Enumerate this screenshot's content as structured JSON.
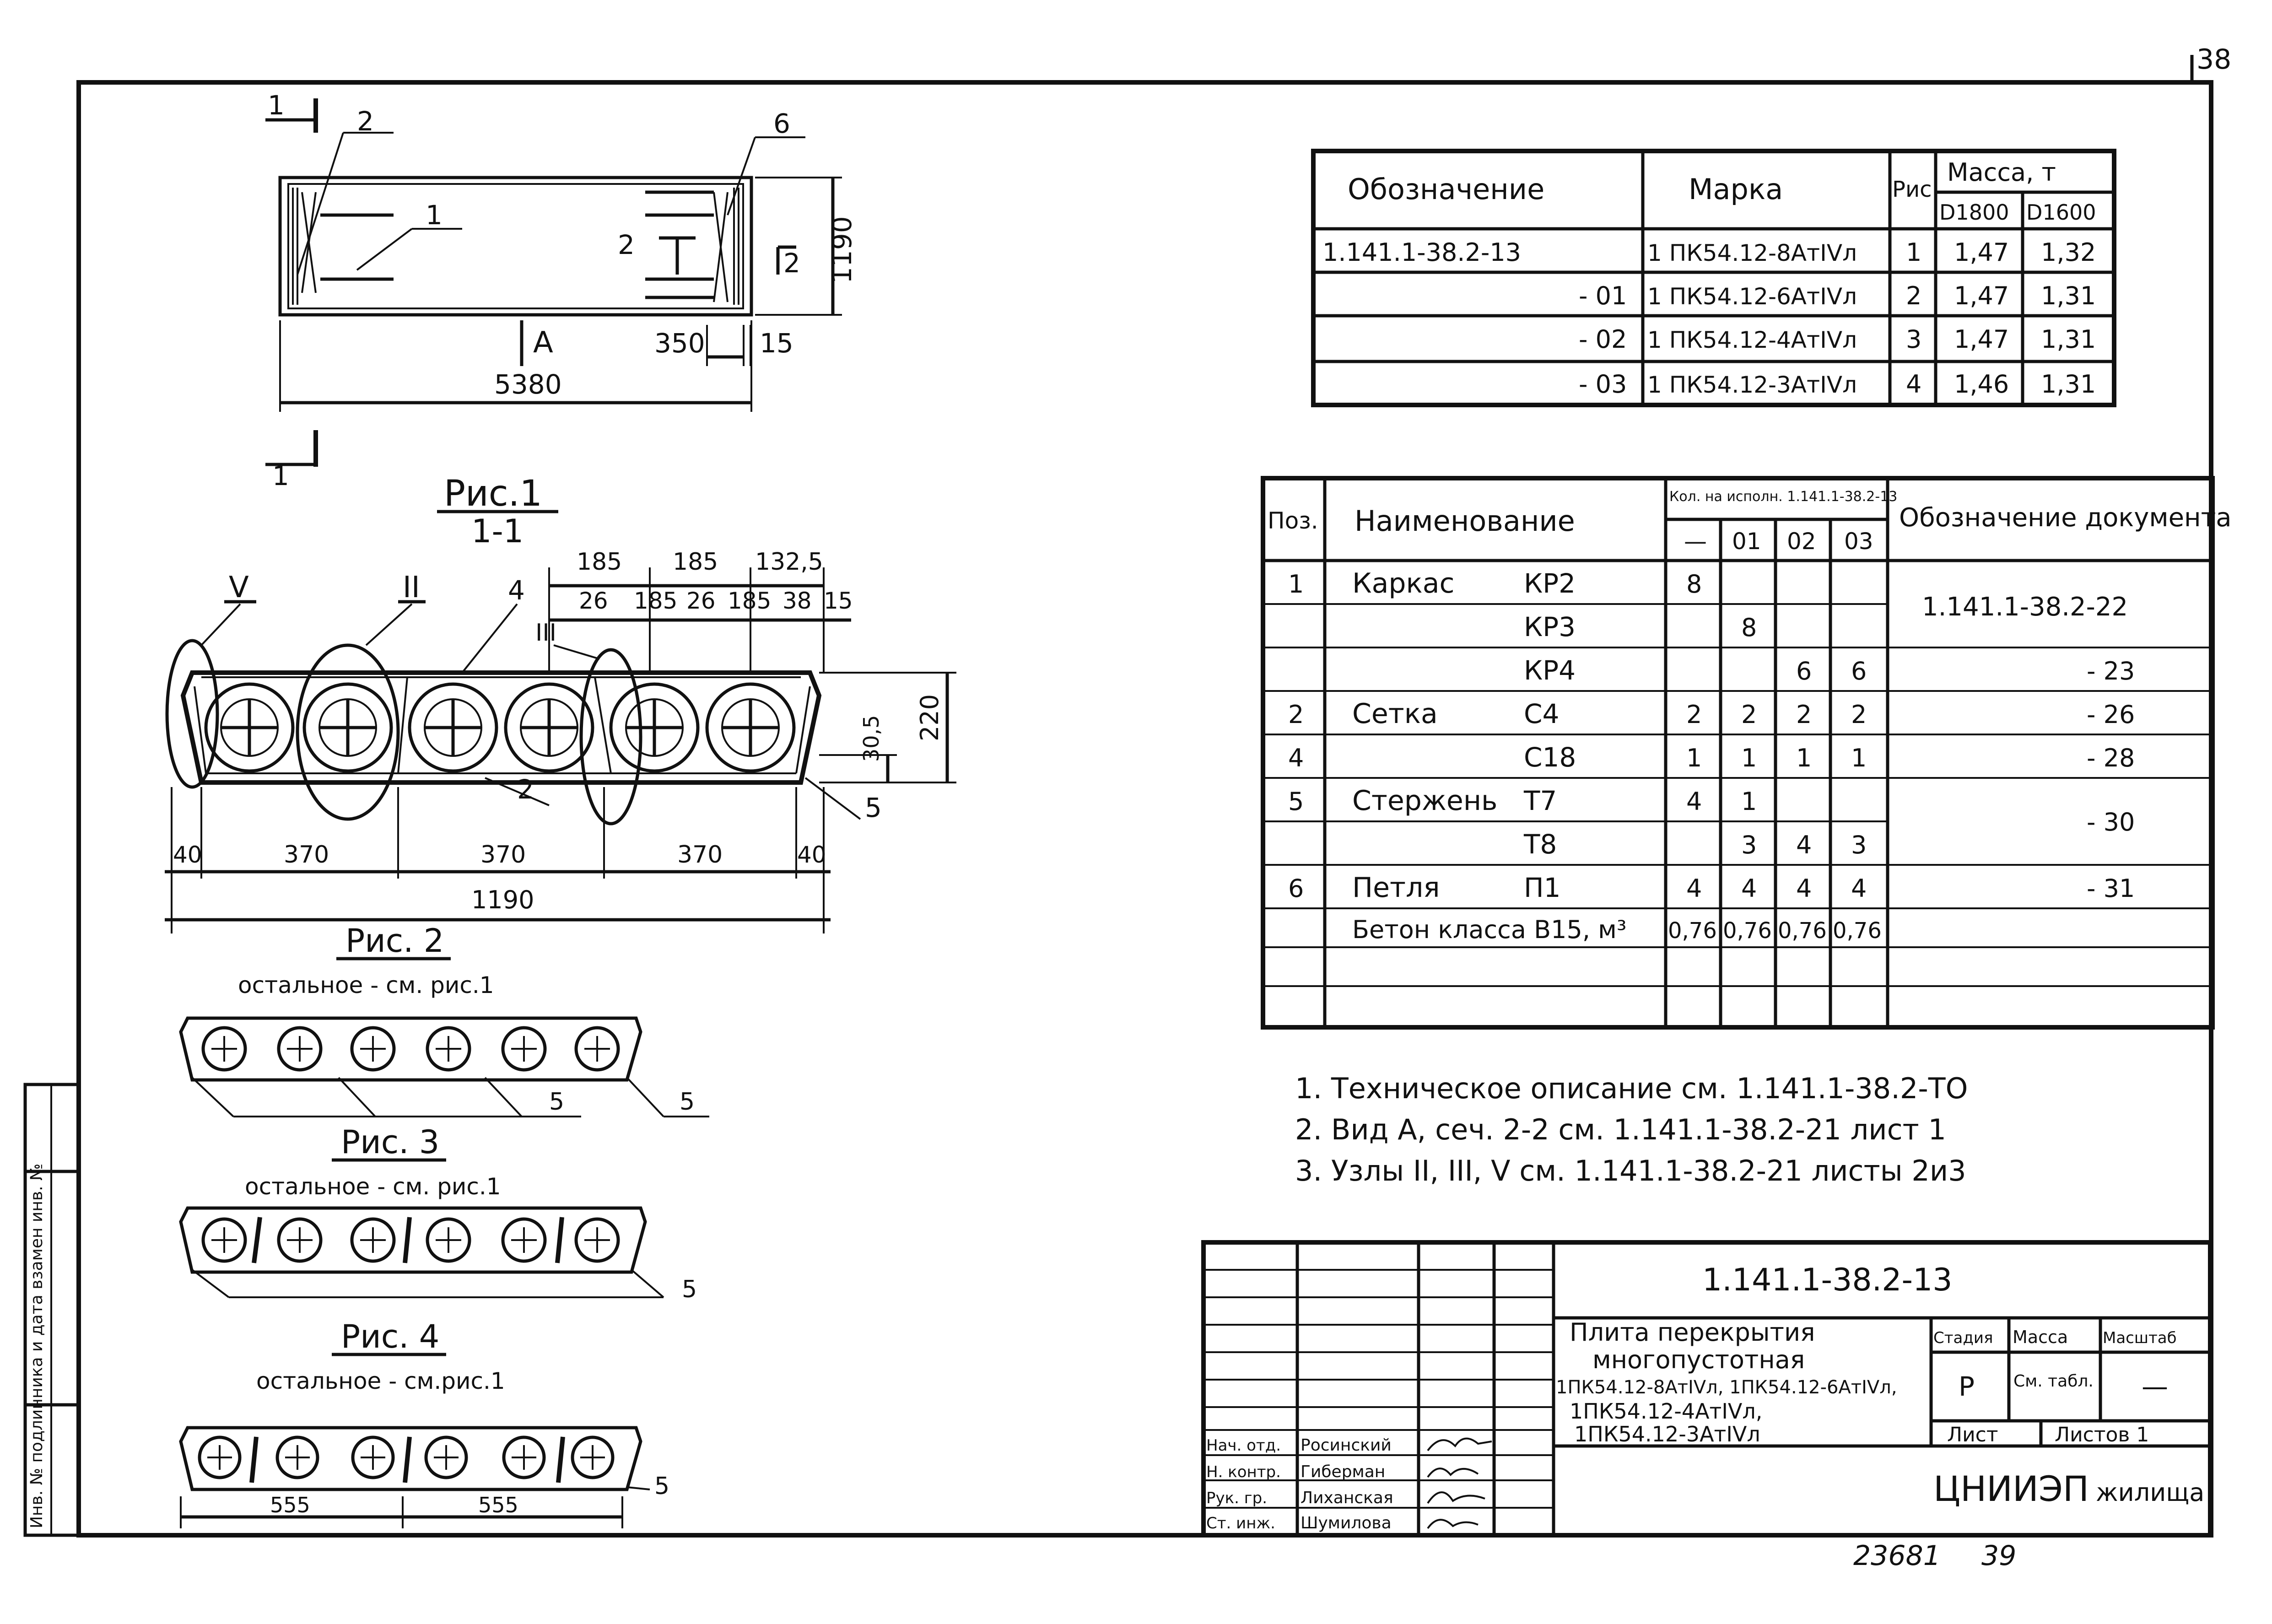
{
  "sheet_number": "38",
  "bottom_code": "23681",
  "bottom_page": "39",
  "side_text": "Инв. № подлинника и дата взамен инв. №",
  "plan": {
    "dim_length": "5380",
    "dim_width": "1190",
    "dim_350": "350",
    "dim_15": "15",
    "view_a": "A",
    "section_1": "1",
    "section_2": "2",
    "pos_1": "1",
    "pos_2": "2",
    "pos_6": "6"
  },
  "fig1": {
    "title": "Рис.1",
    "subtitle": "1-1",
    "node_v": "V",
    "node_ii": "II",
    "node_iii": "III",
    "pos_2": "2",
    "pos_4": "4",
    "pos_5": "5",
    "top_dims": [
      "185",
      "185",
      "132,5"
    ],
    "top_dims2": [
      "26",
      "185",
      "26",
      "185",
      "38",
      "15"
    ],
    "height": "220",
    "height_small": "30,5",
    "bottom_dims": [
      "40",
      "370",
      "370",
      "370",
      "40"
    ],
    "total_width": "1190"
  },
  "fig2": {
    "title": "Рис. 2",
    "subtitle": "остальное - см. рис.1",
    "pos_5a": "5",
    "pos_5b": "5"
  },
  "fig3": {
    "title": "Рис. 3",
    "subtitle": "остальное - см. рис.1",
    "pos_5": "5"
  },
  "fig4": {
    "title": "Рис. 4",
    "subtitle": "остальное - см.рис.1",
    "pos_5": "5",
    "dims": [
      "555",
      "555"
    ]
  },
  "marks_table": {
    "headers": {
      "designation": "Обозначение",
      "mark": "Марка",
      "fig": "Рис.",
      "mass": "Масса, т",
      "d1800": "D1800",
      "d1600": "D1600"
    },
    "rows": [
      {
        "designation": "1.141.1-38.2-13",
        "mark": "1 ПК54.12-8АтIVл",
        "fig": "1",
        "d1800": "1,47",
        "d1600": "1,32"
      },
      {
        "designation": "- 01",
        "mark": "1 ПК54.12-6АтIVл",
        "fig": "2",
        "d1800": "1,47",
        "d1600": "1,31"
      },
      {
        "designation": "- 02",
        "mark": "1 ПК54.12-4АтIVл",
        "fig": "3",
        "d1800": "1,47",
        "d1600": "1,31"
      },
      {
        "designation": "- 03",
        "mark": "1 ПК54.12-3АтIVл",
        "fig": "4",
        "d1800": "1,46",
        "d1600": "1,31"
      }
    ]
  },
  "spec_table": {
    "headers": {
      "pos": "Поз.",
      "name": "Наименование",
      "qty": "Кол. на исполн. 1.141.1-38.2-13",
      "qty_cols": [
        "—",
        "01",
        "02",
        "03"
      ],
      "doc": "Обозначение документа"
    },
    "rows": [
      {
        "pos": "1",
        "name": "Каркас",
        "sub": "КР2",
        "q": [
          "8",
          "",
          "",
          ""
        ],
        "doc": "1.141.1-38.2-22"
      },
      {
        "pos": "",
        "name": "",
        "sub": "КР3",
        "q": [
          "",
          "8",
          "",
          ""
        ],
        "doc": ""
      },
      {
        "pos": "",
        "name": "",
        "sub": "КР4",
        "q": [
          "",
          "",
          "6",
          "6"
        ],
        "doc": "- 23"
      },
      {
        "pos": "2",
        "name": "Сетка",
        "sub": "С4",
        "q": [
          "2",
          "2",
          "2",
          "2"
        ],
        "doc": "- 26"
      },
      {
        "pos": "4",
        "name": "",
        "sub": "С18",
        "q": [
          "1",
          "1",
          "1",
          "1"
        ],
        "doc": "- 28"
      },
      {
        "pos": "5",
        "name": "Стержень",
        "sub": "Т7",
        "q": [
          "4",
          "1",
          "",
          ""
        ],
        "doc": "- 30"
      },
      {
        "pos": "",
        "name": "",
        "sub": "Т8",
        "q": [
          "",
          "3",
          "4",
          "3"
        ],
        "doc": ""
      },
      {
        "pos": "6",
        "name": "Петля",
        "sub": "П1",
        "q": [
          "4",
          "4",
          "4",
          "4"
        ],
        "doc": "- 31"
      },
      {
        "pos": "",
        "name": "Бетон класса В15, м³",
        "sub": "",
        "q": [
          "0,76",
          "0,76",
          "0,76",
          "0,76"
        ],
        "doc": ""
      }
    ]
  },
  "notes": [
    "1. Техническое описание см. 1.141.1-38.2-ТО",
    "2. Вид А, сеч. 2-2 см. 1.141.1-38.2-21 лист 1",
    "3. Узлы II, III, V см. 1.141.1-38.2-21 листы 2и3"
  ],
  "title_block": {
    "code": "1.141.1-38.2-13",
    "title_lines": [
      "Плита перекрытия",
      "многопустотная",
      "1ПК54.12-8АтIVл, 1ПК54.12-6АтIVл,",
      "1ПК54.12-4АтIVл,",
      "1ПК54.12-3АтIVл"
    ],
    "stage_h": "Стадия",
    "mass_h": "Масса",
    "scale_h": "Масштаб",
    "stage": "Р",
    "mass": "См. табл.",
    "scale": "—",
    "sheet": "Лист",
    "sheets": "Листов 1",
    "org": "ЦНИИЭП",
    "org2": "жилища",
    "people": [
      {
        "role": "Нач. отд.",
        "name": "Росинский"
      },
      {
        "role": "Н. контр.",
        "name": "Гиберман"
      },
      {
        "role": "Рук. гр.",
        "name": "Лиханская"
      },
      {
        "role": "Ст. инж.",
        "name": "Шумилова"
      }
    ]
  }
}
